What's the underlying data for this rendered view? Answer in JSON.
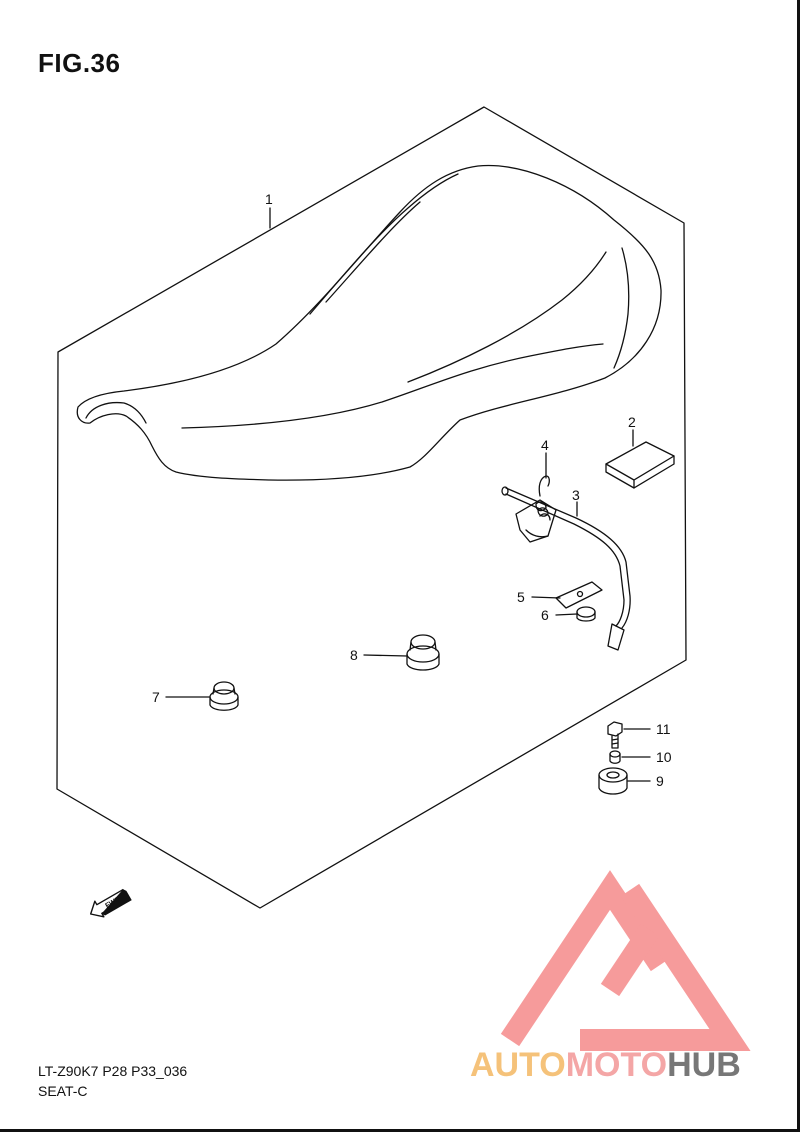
{
  "figure": {
    "title": "FIG.36",
    "reference_code": "LT-Z90K7 P28 P33_036",
    "section_name": "SEAT-C"
  },
  "callouts": [
    "1",
    "2",
    "3",
    "4",
    "5",
    "6",
    "7",
    "8",
    "9",
    "10",
    "11"
  ],
  "direction_marker": {
    "text": "FWD",
    "icon": "fwd-arrow-icon"
  },
  "watermark": {
    "icon": "automotohub-logo-icon",
    "word_parts": [
      "AUTO",
      "MOTO",
      "HUB"
    ],
    "colors": {
      "auto": "#f5c27a",
      "moto": "#f4a6a6",
      "hub": "#777777",
      "triangle": "#f47a7a"
    }
  },
  "colors": {
    "line": "#111111",
    "background": "#ffffff"
  }
}
